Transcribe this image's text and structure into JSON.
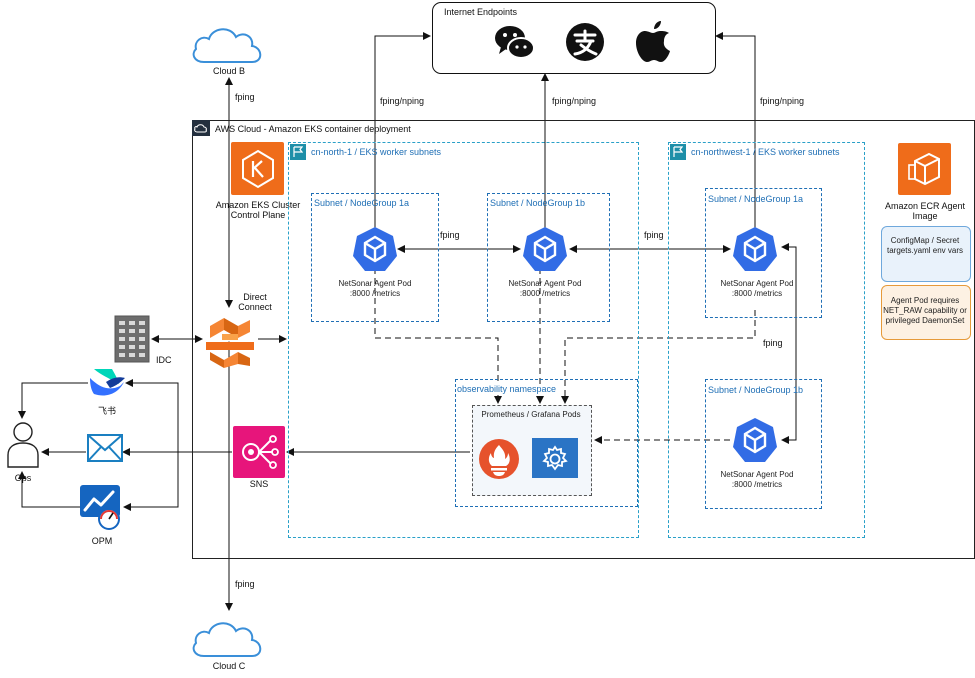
{
  "internet": {
    "title": "Internet Endpoints"
  },
  "clouds": {
    "b": "Cloud B",
    "c": "Cloud C"
  },
  "aws": {
    "title": "AWS Cloud - Amazon EKS container deployment"
  },
  "eks_control": {
    "label": "Amazon EKS Cluster Control Plane"
  },
  "regions": {
    "north": "cn-north-1 / EKS worker subnets",
    "northwest": "cn-northwest-1 / EKS worker subnets"
  },
  "subnets": {
    "n1a": "Subnet / NodeGroup 1a",
    "n1b": "Subnet / NodeGroup 1b",
    "nw1a": "Subnet / NodeGroup 1a",
    "nw1b": "Subnet / NodeGroup 1b"
  },
  "pods": {
    "name": "NetSonar Agent Pod",
    "port": ":8000 /metrics"
  },
  "observability": {
    "namespace": "observability namespace",
    "pods": "Prometheus / Grafana Pods"
  },
  "ecr": {
    "label": "Amazon ECR Agent Image"
  },
  "notes": {
    "config": "ConfigMap / Secret targets.yaml env vars",
    "requirements": "Agent Pod requires NET_RAW capability or privileged DaemonSet"
  },
  "direct_connect": "Direct Connect",
  "idc": "IDC",
  "sns": "SNS",
  "ops": "Ops",
  "feishu": "飞书",
  "opm": "OPM",
  "edges": {
    "fping": "fping",
    "fping_nping": "fping/nping"
  },
  "colors": {
    "aws_dark": "#232f3e",
    "region_border": "#2aa0c8",
    "subnet_border": "#1f6fb5",
    "k8s_blue": "#326ce5",
    "aws_orange": "#ef6c1a",
    "sns_pink": "#e7157b",
    "prometheus": "#e6522c",
    "grafana_bg": "#2a74c5"
  },
  "icons": [
    "cloud-icon",
    "wechat-icon",
    "alipay-icon",
    "apple-icon",
    "kubernetes-icon",
    "eks-icon",
    "direct-connect-icon",
    "server-icon",
    "sns-icon",
    "mail-icon",
    "feishu-icon",
    "opm-icon",
    "user-icon",
    "prometheus-icon",
    "grafana-icon",
    "ecr-icon",
    "region-flag-icon"
  ]
}
